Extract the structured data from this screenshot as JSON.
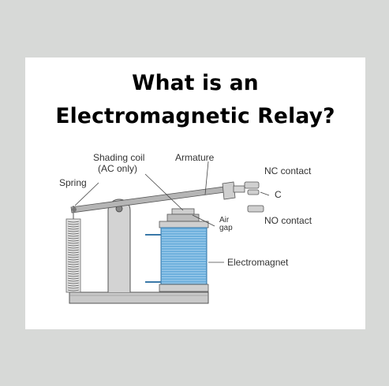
{
  "title": {
    "line1": "What is an",
    "line2": "Electromagnetic Relay?"
  },
  "diagram": {
    "labels": {
      "shading_coil_line1": "Shading coil",
      "shading_coil_line2": "(AC only)",
      "armature": "Armature",
      "nc_contact": "NC contact",
      "spring": "Spring",
      "c": "C",
      "air_gap_line1": "Air",
      "air_gap_line2": "gap",
      "no_contact": "NO contact",
      "electromagnet": "Electromagnet"
    }
  },
  "colors": {
    "background": "#d7d9d7",
    "card": "#ffffff",
    "coil": "#4a90c8",
    "coil_light": "#a9d2ee",
    "metal": "#b8b8b8",
    "outline": "#555555"
  }
}
